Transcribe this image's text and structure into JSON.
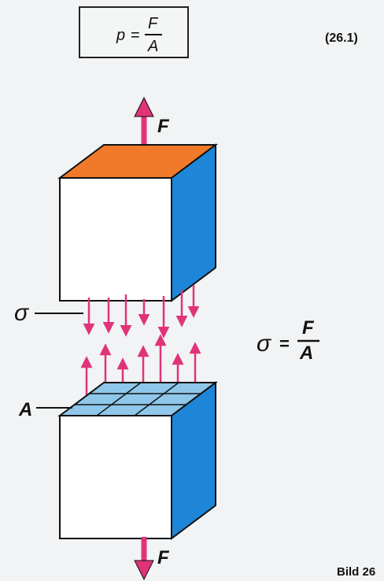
{
  "equation": {
    "lhs": "p",
    "equals": "=",
    "numerator": "F",
    "denominator": "A",
    "number": "(26.1)"
  },
  "stress_formula": {
    "lhs": "σ",
    "equals": "=",
    "numerator": "F",
    "denominator": "A"
  },
  "labels": {
    "force_top": "F",
    "force_bottom": "F",
    "sigma": "σ",
    "area": "A"
  },
  "figure_label": "Bild 26",
  "colors": {
    "top_face": "#f07a2a",
    "side_face": "#1d86d8",
    "front_face": "#ffffff",
    "area_face": "#8ec7ea",
    "arrow": "#e0337a",
    "outline": "#111111"
  }
}
